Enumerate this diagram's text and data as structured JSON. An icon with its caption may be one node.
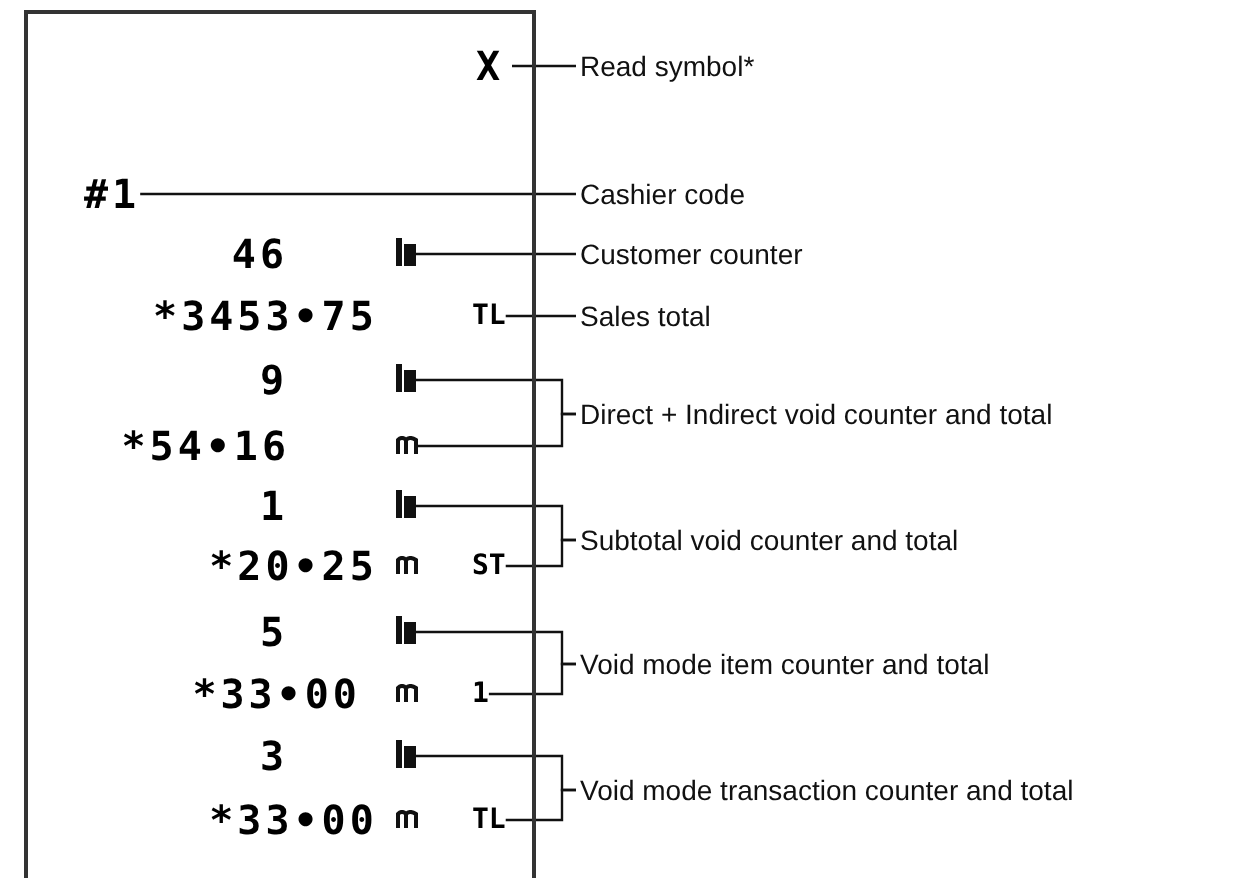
{
  "diagram": {
    "nodes": [
      {
        "text": [],
        "shape": "box"
      },
      {
        "text": [
          "X"
        ],
        "in": 0
      },
      {
        "text": [
          "#1"
        ],
        "in": 0
      },
      {
        "text": [
          "46"
        ],
        "in": 0
      },
      {
        "text": [
          "*3453•75",
          "TL"
        ],
        "in": 0
      },
      {
        "text": [
          "9"
        ],
        "in": 0
      },
      {
        "text": [
          "*54•16"
        ],
        "in": 0
      },
      {
        "text": [
          "1"
        ],
        "in": 0
      },
      {
        "text": [
          "*20•25",
          "ST"
        ],
        "in": 0
      },
      {
        "text": [
          "5"
        ],
        "in": 0
      },
      {
        "text": [
          "*33•00",
          "1"
        ],
        "in": 0
      },
      {
        "text": [
          "3"
        ],
        "in": 0
      },
      {
        "text": [
          "*33•00",
          "TL"
        ],
        "in": 0
      },
      {
        "text": [
          "Read symbol*"
        ]
      },
      {
        "text": [
          "Cashier code"
        ]
      },
      {
        "text": [
          "Customer counter"
        ]
      },
      {
        "text": [
          "Sales total"
        ]
      },
      {
        "text": [
          "Direct + Indirect void counter and total"
        ]
      },
      {
        "text": [
          "Subtotal void counter and total"
        ]
      },
      {
        "text": [
          "Void mode item counter and total"
        ]
      },
      {
        "text": [
          "Void mode transaction counter and total"
        ]
      }
    ],
    "edges": [
      {
        "from": 13,
        "to": 1,
        "arrow": "none"
      },
      {
        "from": 14,
        "to": 2,
        "arrow": "none"
      },
      {
        "from": 15,
        "to": 3,
        "arrow": "none"
      },
      {
        "from": 16,
        "to": 4,
        "arrow": "none"
      },
      {
        "from": 17,
        "to": 5,
        "arrow": "none"
      },
      {
        "from": 17,
        "to": 6,
        "arrow": "none"
      },
      {
        "from": 18,
        "to": 7,
        "arrow": "none"
      },
      {
        "from": 18,
        "to": 8,
        "arrow": "none"
      },
      {
        "from": 19,
        "to": 9,
        "arrow": "none"
      },
      {
        "from": 19,
        "to": 10,
        "arrow": "none"
      },
      {
        "from": 20,
        "to": 11,
        "arrow": "none"
      },
      {
        "from": 20,
        "to": 12,
        "arrow": "none"
      }
    ]
  }
}
